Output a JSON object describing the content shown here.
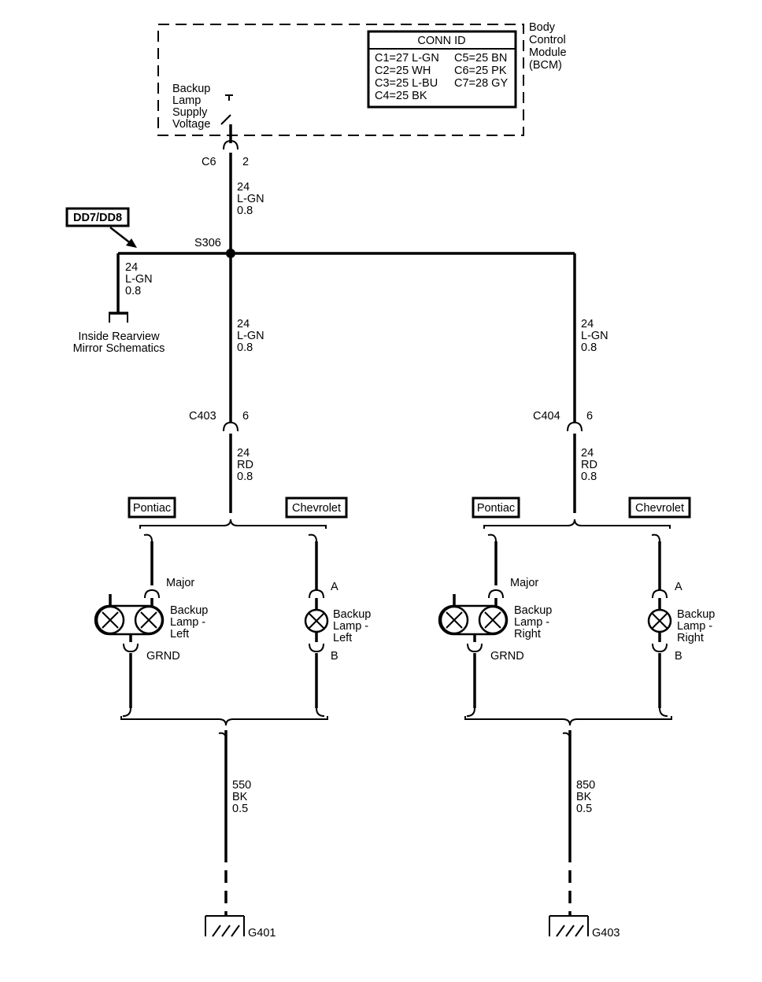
{
  "bcm": {
    "name_lines": [
      "Body",
      "Control",
      "Module",
      "(BCM)"
    ],
    "conn_header": "CONN ID",
    "conn_col1": [
      "C1=27 L-GN",
      "C2=25 WH",
      "C3=25 L-BU",
      "C4=25 BK"
    ],
    "conn_col2": [
      "C5=25 BN",
      "C6=25 PK",
      "C7=28 GY"
    ],
    "switch_lines": [
      "Backup",
      "Lamp",
      "Supply",
      "Voltage"
    ]
  },
  "connectors": {
    "c6": {
      "name": "C6",
      "pin": "2"
    },
    "c403": {
      "name": "C403",
      "pin": "6"
    },
    "c404": {
      "name": "C404",
      "pin": "6"
    }
  },
  "splice": "S306",
  "ref_box": "DD7/DD8",
  "wires": {
    "w_bcm": [
      "24",
      "L-GN",
      "0.8"
    ],
    "w_mirror": [
      "24",
      "L-GN",
      "0.8"
    ],
    "w_left_trunk": [
      "24",
      "L-GN",
      "0.8"
    ],
    "w_right_trunk": [
      "24",
      "L-GN",
      "0.8"
    ],
    "w_left_rd": [
      "24",
      "RD",
      "0.8"
    ],
    "w_right_rd": [
      "24",
      "RD",
      "0.8"
    ],
    "w_left_gnd": [
      "550",
      "BK",
      "0.5"
    ],
    "w_right_gnd": [
      "850",
      "BK",
      "0.5"
    ]
  },
  "mirror_ref": [
    "Inside Rearview",
    "Mirror Schematics"
  ],
  "variants": {
    "pontiac": "Pontiac",
    "chevrolet": "Chevrolet"
  },
  "terminals": {
    "major": "Major",
    "grnd": "GRND",
    "a": "A",
    "b": "B"
  },
  "lamps": {
    "left": [
      "Backup",
      "Lamp -",
      "Left"
    ],
    "right": [
      "Backup",
      "Lamp -",
      "Right"
    ]
  },
  "grounds": {
    "left": "G401",
    "right": "G403"
  }
}
